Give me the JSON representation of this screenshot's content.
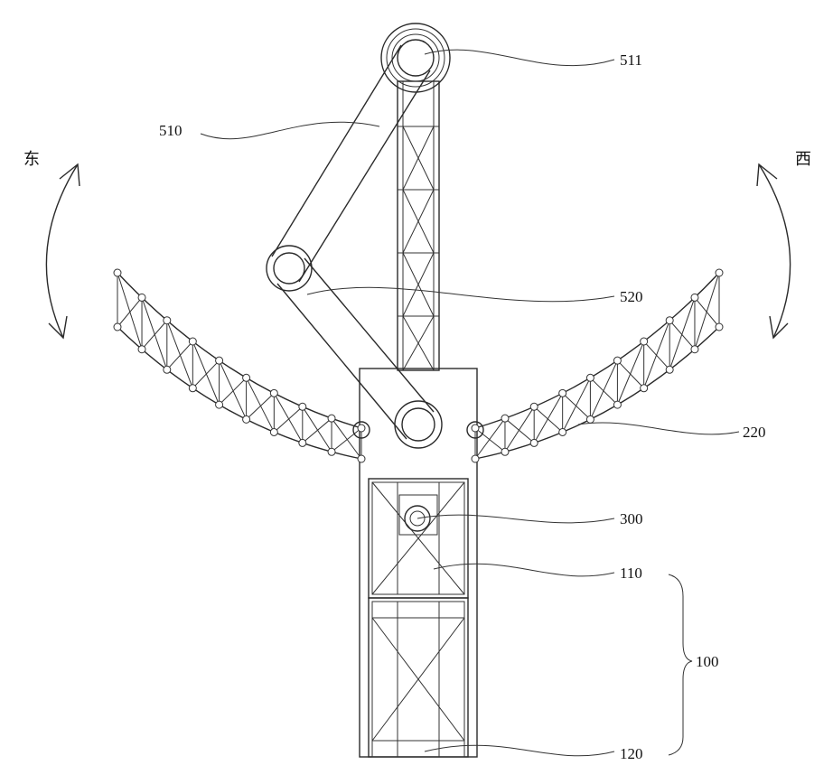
{
  "labels": {
    "l511": "511",
    "l510": "510",
    "l520": "520",
    "l220": "220",
    "l300": "300",
    "l110": "110",
    "l100": "100",
    "l120": "120"
  },
  "directions": {
    "east": "东",
    "west": "西"
  }
}
